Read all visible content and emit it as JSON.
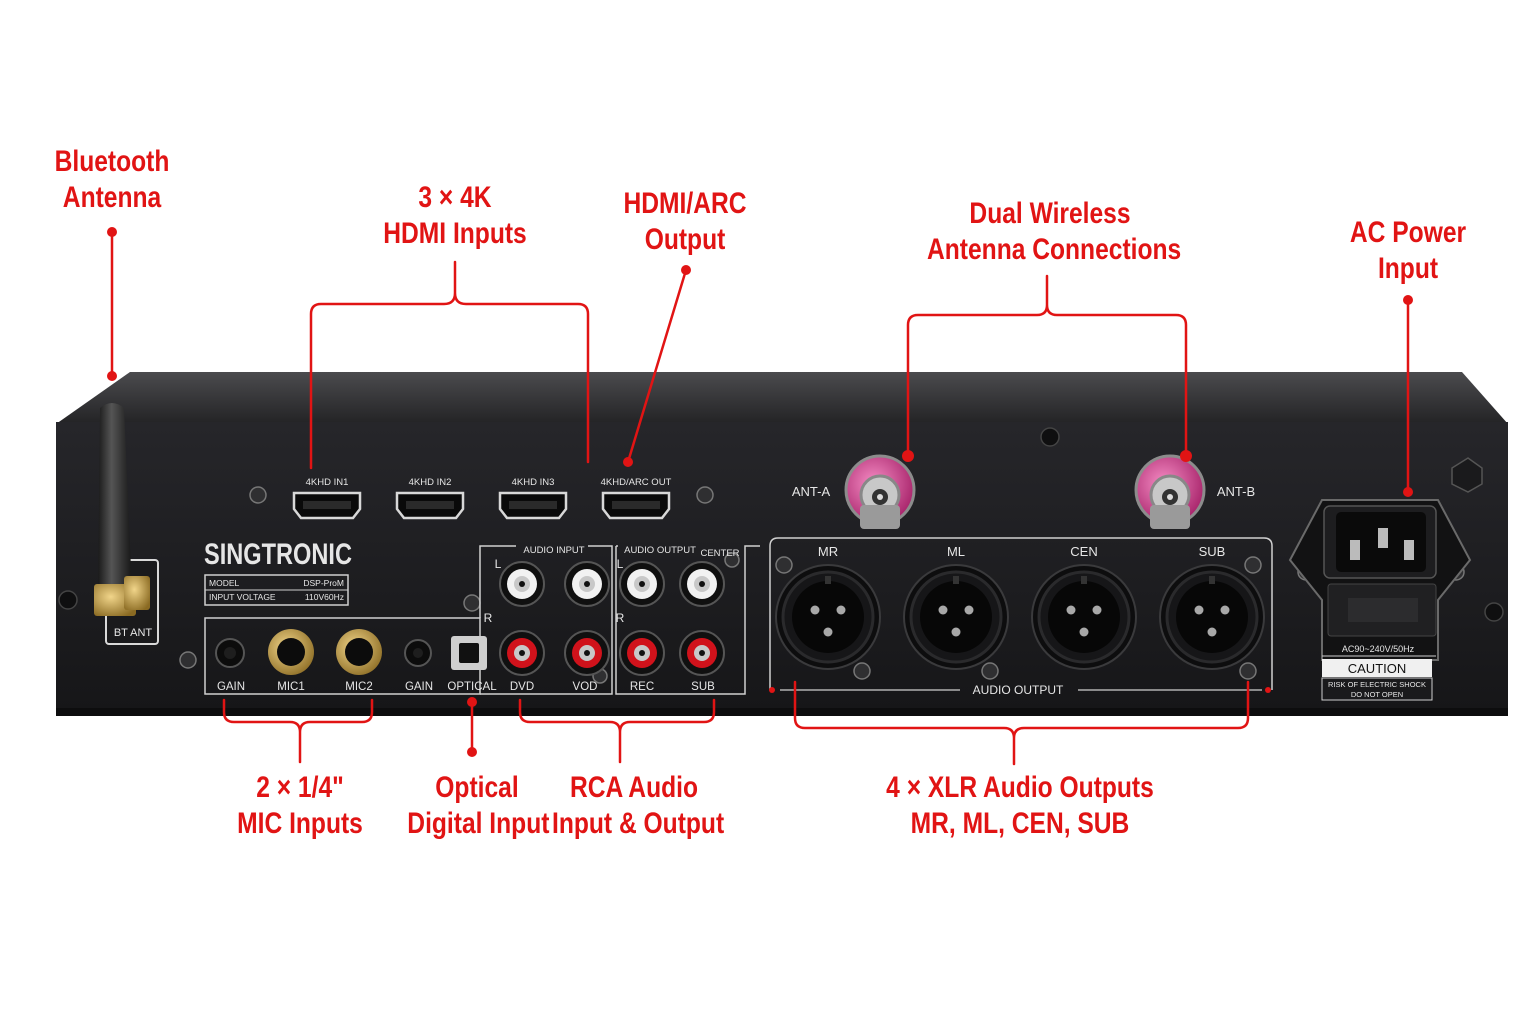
{
  "callouts": {
    "bluetooth": [
      "Bluetooth",
      "Antenna"
    ],
    "hdmi_in": [
      "3 × 4K",
      "HDMI Inputs"
    ],
    "hdmi_arc": [
      "HDMI/ARC",
      "Output"
    ],
    "wireless": [
      "Dual Wireless",
      "Antenna Connections"
    ],
    "ac_power": [
      "AC Power",
      "Input"
    ],
    "mic": [
      "2 × 1/4\"",
      "MIC Inputs"
    ],
    "optical": [
      "Optical",
      "Digital Input"
    ],
    "rca": [
      "RCA Audio",
      "Input & Output"
    ],
    "xlr": [
      "4 × XLR Audio Outputs",
      "MR, ML, CEN, SUB"
    ]
  },
  "panel": {
    "brand": "SINGTRONIC",
    "model_label": "MODEL",
    "model_value": "DSP-ProM",
    "voltage_label": "INPUT VOLTAGE",
    "voltage_value": "110V60Hz",
    "bt_ant": "BT ANT",
    "hdmi_ports": [
      "4KHD IN1",
      "4KHD IN2",
      "4KHD IN3",
      "4KHD/ARC OUT"
    ],
    "ant_a": "ANT-A",
    "ant_b": "ANT-B",
    "audio_input": "AUDIO INPUT",
    "audio_output": "AUDIO OUTPUT",
    "center": "CENTER",
    "ch_l": "L",
    "ch_r": "R",
    "front_labels": [
      "GAIN",
      "MIC1",
      "MIC2",
      "GAIN",
      "OPTICAL",
      "DVD",
      "VOD",
      "REC",
      "SUB"
    ],
    "xlr_labels": [
      "MR",
      "ML",
      "CEN",
      "SUB"
    ],
    "xlr_section": "AUDIO OUTPUT",
    "ac_rating": "AC90~240V/50Hz",
    "caution": "CAUTION",
    "warning_1": "RISK OF ELECTRIC SHOCK",
    "warning_2": "DO NOT OPEN"
  },
  "colors": {
    "callout": "#e11414",
    "chassis": "#1b1b1d",
    "rca_white": "#f2f2f2",
    "rca_red": "#d0121b",
    "antenna_pink": "#d6338f",
    "gold": "#c9a24a"
  }
}
